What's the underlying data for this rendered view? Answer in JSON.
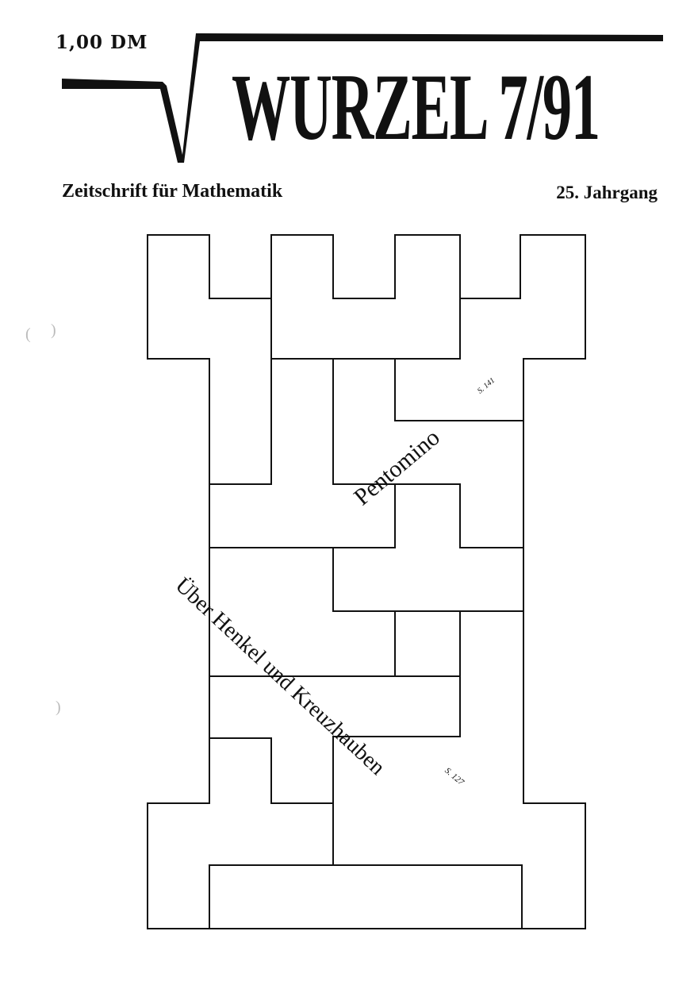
{
  "header": {
    "price": "1,00 DM",
    "title": "WURZEL 7/91",
    "subtitle": "Zeitschrift für Mathematik",
    "volume": "25. Jahrgang"
  },
  "cover": {
    "article_1_title": "Pentomino",
    "article_1_ref": "S. 141",
    "article_2_title": "Über Henkel und Kreuzhauben",
    "article_2_ref": "S. 127"
  },
  "colors": {
    "ink": "#111111",
    "paper": "#ffffff"
  }
}
